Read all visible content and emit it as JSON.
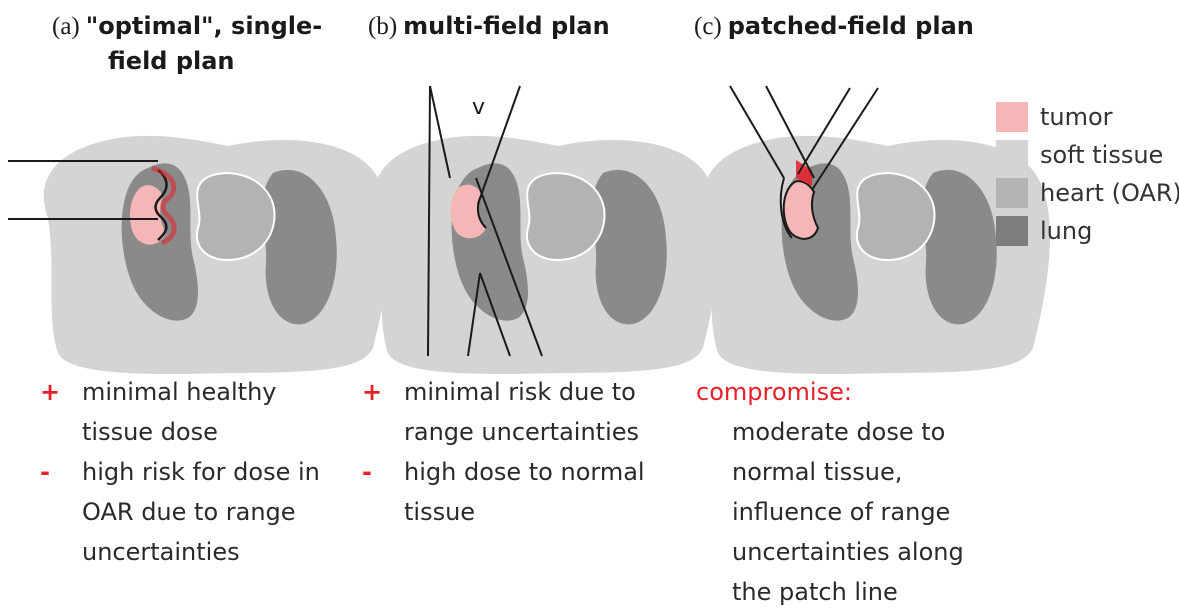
{
  "panels": [
    {
      "label": "(a)",
      "title": "\"optimal\", single-",
      "title_line2": "field plan",
      "notes": [
        {
          "sign": "+",
          "lines": [
            "minimal healthy",
            "tissue dose"
          ]
        },
        {
          "sign": "-",
          "lines": [
            "high risk for dose in",
            "OAR due to range",
            "uncertainties"
          ]
        }
      ]
    },
    {
      "label": "(b)",
      "title": "multi-field plan",
      "notes": [
        {
          "sign": "+",
          "lines": [
            "minimal risk due to",
            "range uncertainties"
          ]
        },
        {
          "sign": "-",
          "lines": [
            "high dose to normal",
            "tissue"
          ]
        }
      ]
    },
    {
      "label": "(c)",
      "title": "patched-field plan",
      "compromise_heading": "compromise:",
      "compromise_lines": [
        "moderate dose to",
        "normal tissue,",
        "influence of range",
        "uncertainties along",
        "the patch line"
      ]
    }
  ],
  "legend": [
    {
      "label": "tumor",
      "color": "#f4b6b7"
    },
    {
      "label": "soft tissue",
      "color": "#d4d4d4"
    },
    {
      "label": "heart (OAR)",
      "color": "#b3b3b3"
    },
    {
      "label": "lung",
      "color": "#7d7d7d"
    }
  ],
  "colors": {
    "body": "#d4d4d4",
    "lung": "#8a8a8a",
    "heart": "#b3b3b3",
    "tumor": "#f4b6b7",
    "accent_red": "#e8202a",
    "beam_line": "#1a1a1a"
  }
}
